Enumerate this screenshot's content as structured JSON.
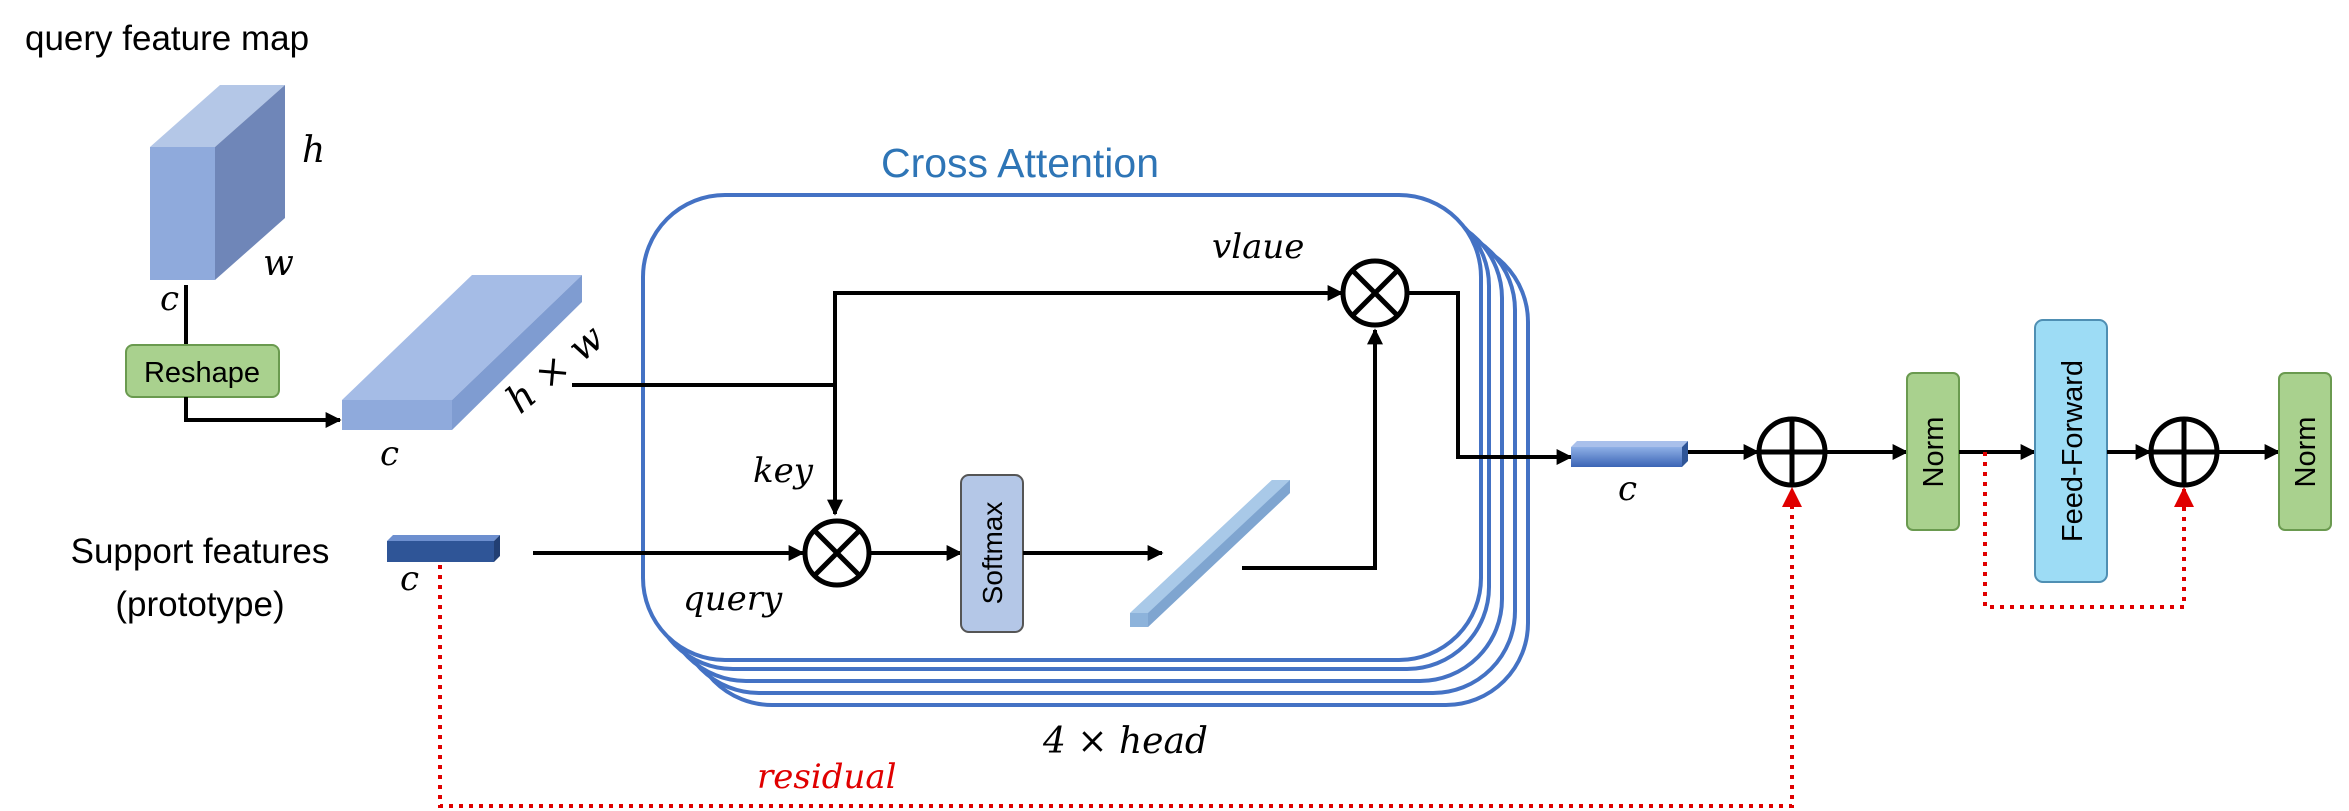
{
  "labels": {
    "query_feature_map": "query feature map",
    "cube_h": "h",
    "cube_w": "w",
    "cube_c": "c",
    "reshape": "Reshape",
    "flat_hxw": "h × w",
    "flat_c": "c",
    "cross_attention": "Cross Attention",
    "value": "vlaue",
    "key": "key",
    "query": "query",
    "softmax": "Softmax",
    "support_line1": "Support features",
    "support_line2": "(prototype)",
    "support_c": "c",
    "heads": "4 × head",
    "output_c": "c",
    "residual": "residual",
    "norm1": "Norm",
    "feed_forward": "Feed-Forward",
    "norm2": "Norm"
  },
  "colors": {
    "attention_border": "#4472c4",
    "title_blue": "#2e75b6",
    "cube_front": "#8faadc",
    "cube_top": "#b4c7e7",
    "cube_side": "#6f86b8",
    "dark_bar": "#2f5597",
    "green_box": "#a9d18e",
    "green_border": "#6a9a4f",
    "softmax_box": "#b4c7e7",
    "ff_box": "#9ddcf5",
    "residual_red": "#e00000",
    "line": "#000000"
  }
}
